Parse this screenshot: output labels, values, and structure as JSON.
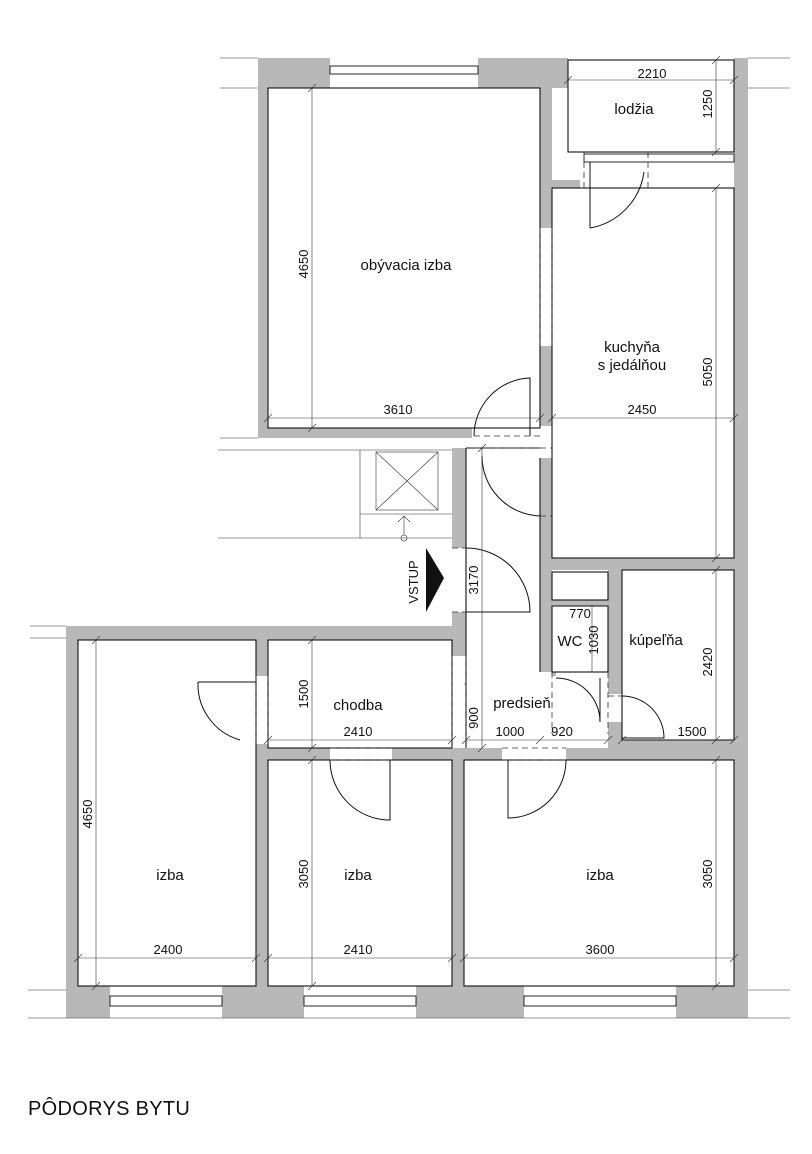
{
  "title": "PÔDORYS BYTU",
  "entrance_label": "VSTUP",
  "rooms": {
    "lodzia": "lodžia",
    "obyvacia": "obývacia izba",
    "kuchyna_1": "kuchyňa",
    "kuchyna_2": "s jedálňou",
    "wc": "WC",
    "kupelna": "kúpeľňa",
    "chodba": "chodba",
    "predsien": "predsieň",
    "izba_left": "izba",
    "izba_mid": "izba",
    "izba_right": "izba"
  },
  "dimensions": {
    "lodzia_w": "2210",
    "lodzia_h": "1250",
    "obyvacia_h": "4650",
    "obyvacia_w": "3610",
    "kuchyna_h": "5050",
    "kuchyna_w": "2450",
    "predsien_h": "3170",
    "wc_w": "770",
    "wc_h": "1030",
    "kupelna_h": "2420",
    "kupelna_w": "1500",
    "chodba_h": "1500",
    "chodba_w": "2410",
    "predsien_900": "900",
    "predsien_1000": "1000",
    "predsien_920": "920",
    "izba_left_h": "4650",
    "izba_left_w": "2400",
    "izba_mid_h": "3050",
    "izba_mid_w": "2410",
    "izba_right_h": "3050",
    "izba_right_w": "3600"
  }
}
